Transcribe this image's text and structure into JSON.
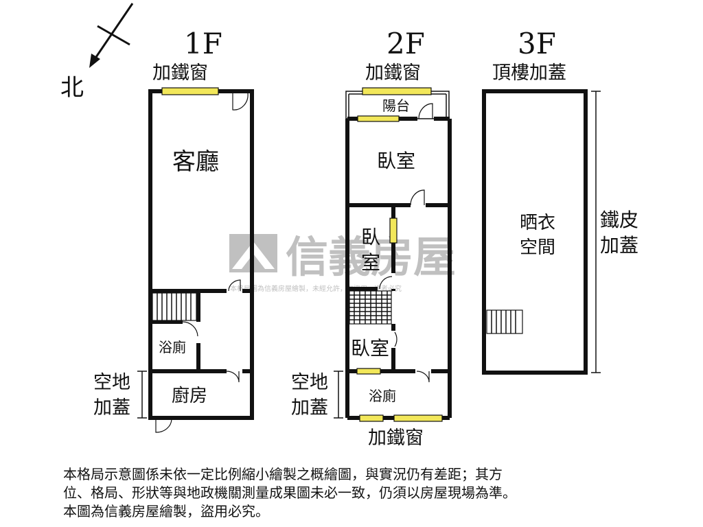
{
  "compass": {
    "label": "北"
  },
  "floors": [
    {
      "id": "1F",
      "title": "1F",
      "subtitle": "加鐵窗",
      "rooms": {
        "living": "客廳",
        "bath": "浴廁",
        "kitchen": "廚房"
      },
      "side_label": [
        "空地",
        "加蓋"
      ]
    },
    {
      "id": "2F",
      "title": "2F",
      "subtitle": "加鐵窗",
      "rooms": {
        "balcony": "陽台",
        "bedroom1": "臥室",
        "bedroom2_a": "臥",
        "bedroom2_b": "室",
        "bedroom3": "臥室",
        "bath": "浴廁"
      },
      "side_label": [
        "空地",
        "加蓋"
      ],
      "bottom_label": "加鐵窗"
    },
    {
      "id": "3F",
      "title": "3F",
      "subtitle": "頂樓加蓋",
      "rooms": {
        "drying_a": "晒衣",
        "drying_b": "空間"
      },
      "side_label": [
        "鐵皮",
        "加蓋"
      ]
    }
  ],
  "watermark": {
    "brand": "信義房屋",
    "fine_print": "本格局圖為信義房屋繪製，未經允許，勿盜用，違者必究",
    "color": "#9a9a9a"
  },
  "disclaimer": [
    "本格局示意圖係未依一定比例縮小繪製之概繪圖，與實況仍有差距；其方",
    "位、格局、形狀等與地政機關測量成果圖未必一致，仍須以房屋現場為準。",
    "本圖為信義房屋繪製，盜用必究。"
  ],
  "colors": {
    "window": "#f2e75a",
    "wall": "#111111"
  }
}
